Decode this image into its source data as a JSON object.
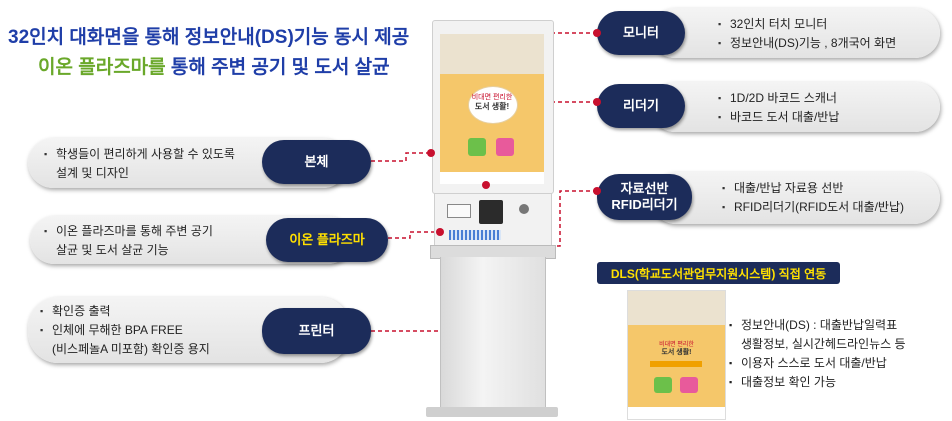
{
  "headline": {
    "line1": "32인치 대화면을 통해 정보안내(DS)기능 동시 제공",
    "line2_green": "이온 플라즈마를",
    "line2_blue": " 통해 주변 공기 및 도서 살균"
  },
  "callouts": {
    "monitor": {
      "label": "모니터",
      "items": [
        "32인치 터치 모니터",
        "정보안내(DS)기능 ,  8개국어 화면"
      ]
    },
    "reader": {
      "label": "리더기",
      "items": [
        "1D/2D 바코드 스캐너",
        "바코드 도서 대출/반납"
      ]
    },
    "shelf": {
      "label_line1": "자료선반",
      "label_line2": "RFID리더기",
      "items": [
        "대출/반납 자료용 선반",
        "RFID리더기(RFID도서 대출/반납)"
      ]
    },
    "body": {
      "label": "본체",
      "items": [
        "학생들이 편리하게 사용할 수 있도록",
        "설계 및 디자인"
      ]
    },
    "plasma": {
      "label": "이온 플라즈마",
      "items": [
        "이온 플라즈마를 통해 주변 공기",
        "살균 및 도서 살균 기능"
      ]
    },
    "printer": {
      "label": "프린터",
      "items": [
        "확인증 출력",
        "인체에 무해한 BPA FREE",
        "(비스페놀A 미포함) 확인증 용지"
      ]
    }
  },
  "kiosk_screen": {
    "line1": "비대면 편리한",
    "line2": "도서 생활!"
  },
  "dls": {
    "label": "DLS(학교도서관업무지원시스템) 직접 연동",
    "screen_line1": "비대면 편리한",
    "screen_line2": "도서 생활!",
    "items": [
      "정보안내(DS) : 대출반납일력표",
      "생활정보, 실시간헤드라인뉴스 등",
      "이용자 스스로 도서 대출/반납",
      "대출정보 확인 가능"
    ]
  },
  "colors": {
    "badge_bg": "#1c2c5a",
    "connector": "#c8102e",
    "headline_blue": "#1f3ea8",
    "headline_green": "#6aa82a",
    "plasma_label": "#ffe000"
  }
}
